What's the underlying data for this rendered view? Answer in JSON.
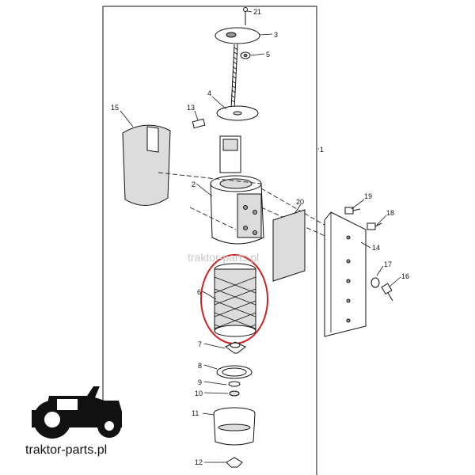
{
  "diagram": {
    "callouts": {
      "c1": "1",
      "c2": "2",
      "c3": "3",
      "c4": "4",
      "c5": "5",
      "c6": "6",
      "c7": "7",
      "c8": "8",
      "c9": "9",
      "c10": "10",
      "c11": "11",
      "c12": "12",
      "c13": "13",
      "c14": "14",
      "c15": "15",
      "c16": "16",
      "c17": "17",
      "c18": "18",
      "c19": "19",
      "c20": "20",
      "c21": "21"
    },
    "highlight_color": "#d02020"
  },
  "watermark": {
    "text": "traktor-parts.pl"
  },
  "logo": {
    "text": "traktor-parts.pl",
    "icon": "tractor-icon"
  }
}
